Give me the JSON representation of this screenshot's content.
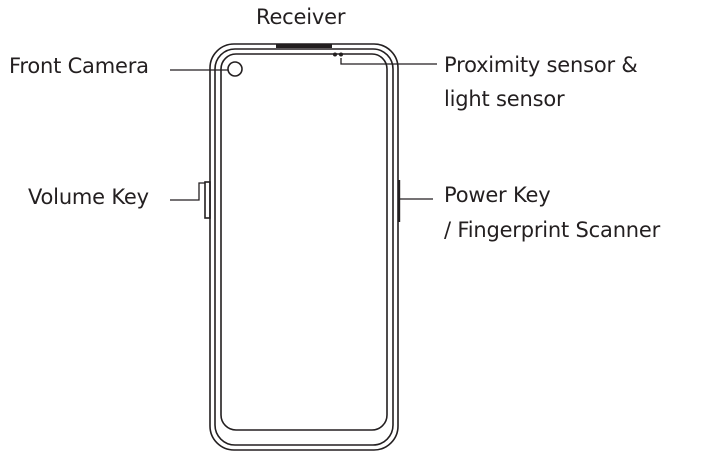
{
  "labels": {
    "receiver": "Receiver",
    "front_camera": "Front Camera",
    "proximity_line1": "Proximity sensor &",
    "proximity_line2": "light sensor",
    "volume_key": "Volume Key",
    "power_line1": "Power Key",
    "power_line2": "/ Fingerprint Scanner"
  },
  "colors": {
    "stroke": "#231f20",
    "background": "#ffffff"
  }
}
